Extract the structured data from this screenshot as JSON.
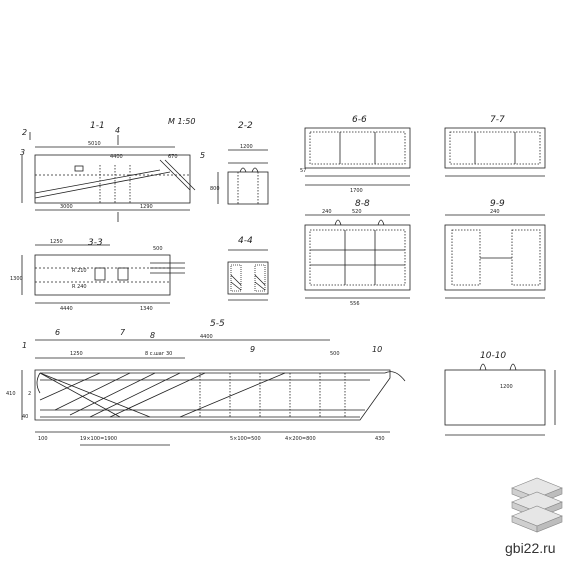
{
  "titles": {
    "s11": "1-1",
    "scale": "М 1:50",
    "s22": "2-2",
    "s33": "3-3",
    "s44": "4-4",
    "s55": "5-5",
    "s66": "6-6",
    "s77": "7-7",
    "s88": "8-8",
    "s99": "9-9",
    "s1010": "10-10"
  },
  "dims": {
    "d5010": "5010",
    "d4400": "4400",
    "d670": "670",
    "d3000": "3000",
    "d1290": "1290",
    "d1200": "1200",
    "d800": "800",
    "d1250": "1250",
    "d500": "500",
    "d1300": "1300",
    "d4440": "4440",
    "d1340": "1340",
    "dR210": "R 210",
    "dR240": "R 240",
    "d1700": "1700",
    "d240": "240",
    "d520": "520",
    "d556": "556",
    "d57": "57",
    "d4400b": "4400",
    "d1250b": "1250",
    "d8sh": "8 c.шаг 30",
    "d500b": "500",
    "d19x100": "19×100=1900",
    "d5x100": "5×100=500",
    "d4x200": "4×200=800",
    "d430": "430",
    "d100": "100",
    "d40": "40",
    "d2": "2",
    "d1200b": "1200",
    "d410": "410",
    "d240b": "240"
  },
  "marks": {
    "m1": "1",
    "m2": "2",
    "m3": "3",
    "m4": "4",
    "m5": "5",
    "m6": "6",
    "m7": "7",
    "m8": "8",
    "m9": "9",
    "m10": "10"
  },
  "watermark": "gbi22.ru",
  "logo": "stacked-slabs-logo"
}
